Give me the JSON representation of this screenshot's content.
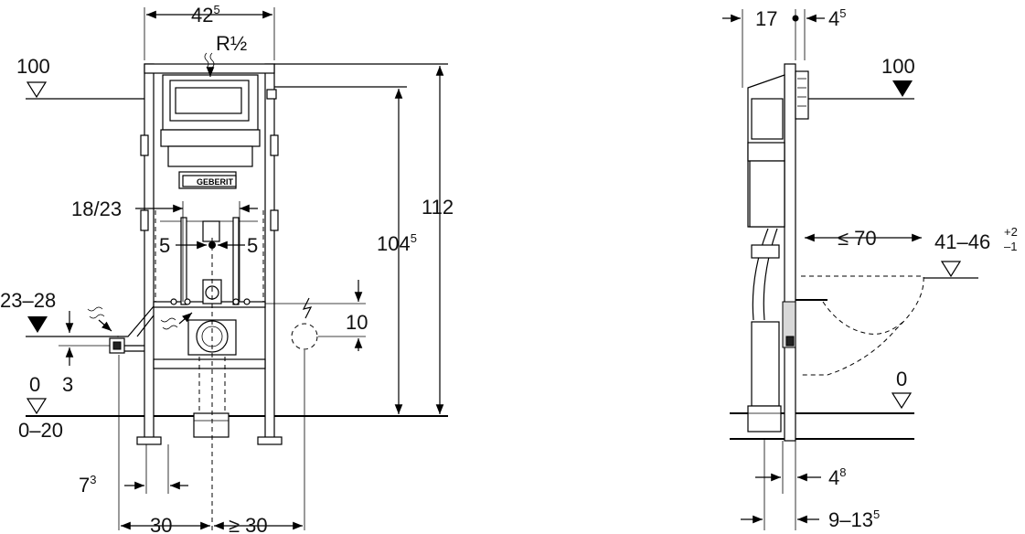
{
  "front": {
    "frame_width": {
      "main": "42",
      "sup": "5"
    },
    "thread": "R½",
    "level_100": "100",
    "height_1045": {
      "main": "104",
      "sup": "5"
    },
    "height_112": "112",
    "pipe_dist": "18/23",
    "offset_left": "5",
    "offset_right": "5",
    "inlet_range": "23–28",
    "dim_3": "3",
    "dim_10": "10",
    "floor_zero": "0",
    "floor_range": "0–20",
    "dim_73": {
      "main": "7",
      "sup": "3"
    },
    "dim_30": "30",
    "dim_ge30": "≥ 30",
    "brand": "GEBERIT"
  },
  "side": {
    "depth_17": "17",
    "depth_45": {
      "main": "4",
      "sup": "5"
    },
    "level_100": "100",
    "max_70": "≤ 70",
    "seat_height": {
      "main": "41–46",
      "sup_top": "+2",
      "sup_bottom": "–1"
    },
    "floor_zero": "0",
    "dim_48": {
      "main": "4",
      "sup": "8"
    },
    "dim_9135": {
      "main": "9–13",
      "sup": "5"
    }
  },
  "colors": {
    "line": "#000000",
    "fill_gray": "#d8d8d8",
    "background": "#ffffff"
  }
}
